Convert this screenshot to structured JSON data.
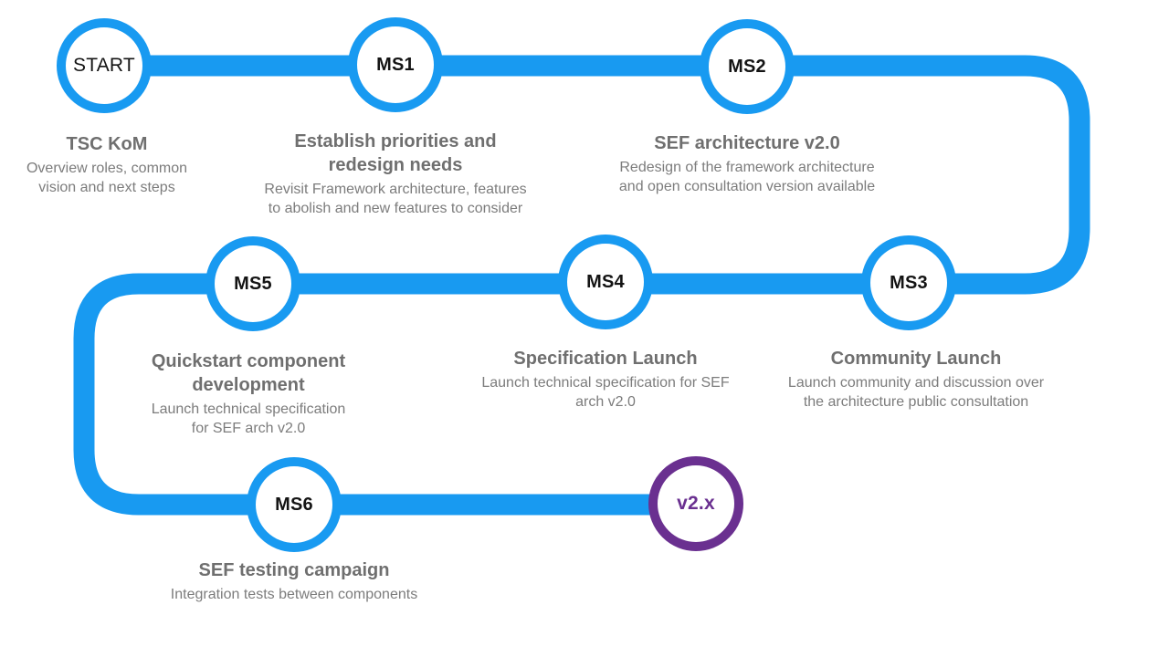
{
  "colors": {
    "line_blue": "#189AF1",
    "final_purple": "#6A3090",
    "title_gray": "#6F6F6F",
    "description_gray": "#7C7C7C",
    "node_label_black": "#141414"
  },
  "milestones": [
    {
      "id": "start",
      "label": "START",
      "title": "TSC KoM",
      "description": "Overview roles, common\nvision and next steps"
    },
    {
      "id": "ms1",
      "label": "MS1",
      "title": "Establish priorities and\nredesign needs",
      "description": "Revisit Framework architecture, features\nto abolish and new features to consider"
    },
    {
      "id": "ms2",
      "label": "MS2",
      "title": "SEF architecture v2.0",
      "description": "Redesign of the framework architecture\nand open consultation version available"
    },
    {
      "id": "ms3",
      "label": "MS3",
      "title": "Community Launch",
      "description": "Launch community and discussion over\nthe architecture public consultation"
    },
    {
      "id": "ms4",
      "label": "MS4",
      "title": "Specification Launch",
      "description": "Launch technical specification for SEF\narch v2.0"
    },
    {
      "id": "ms5",
      "label": "MS5",
      "title": "Quickstart component\ndevelopment",
      "description": "Launch technical specification\nfor SEF arch v2.0"
    },
    {
      "id": "ms6",
      "label": "MS6",
      "title": "SEF testing campaign",
      "description": "Integration tests between components"
    },
    {
      "id": "v2x",
      "label": "v2.x",
      "title": "",
      "description": ""
    }
  ]
}
